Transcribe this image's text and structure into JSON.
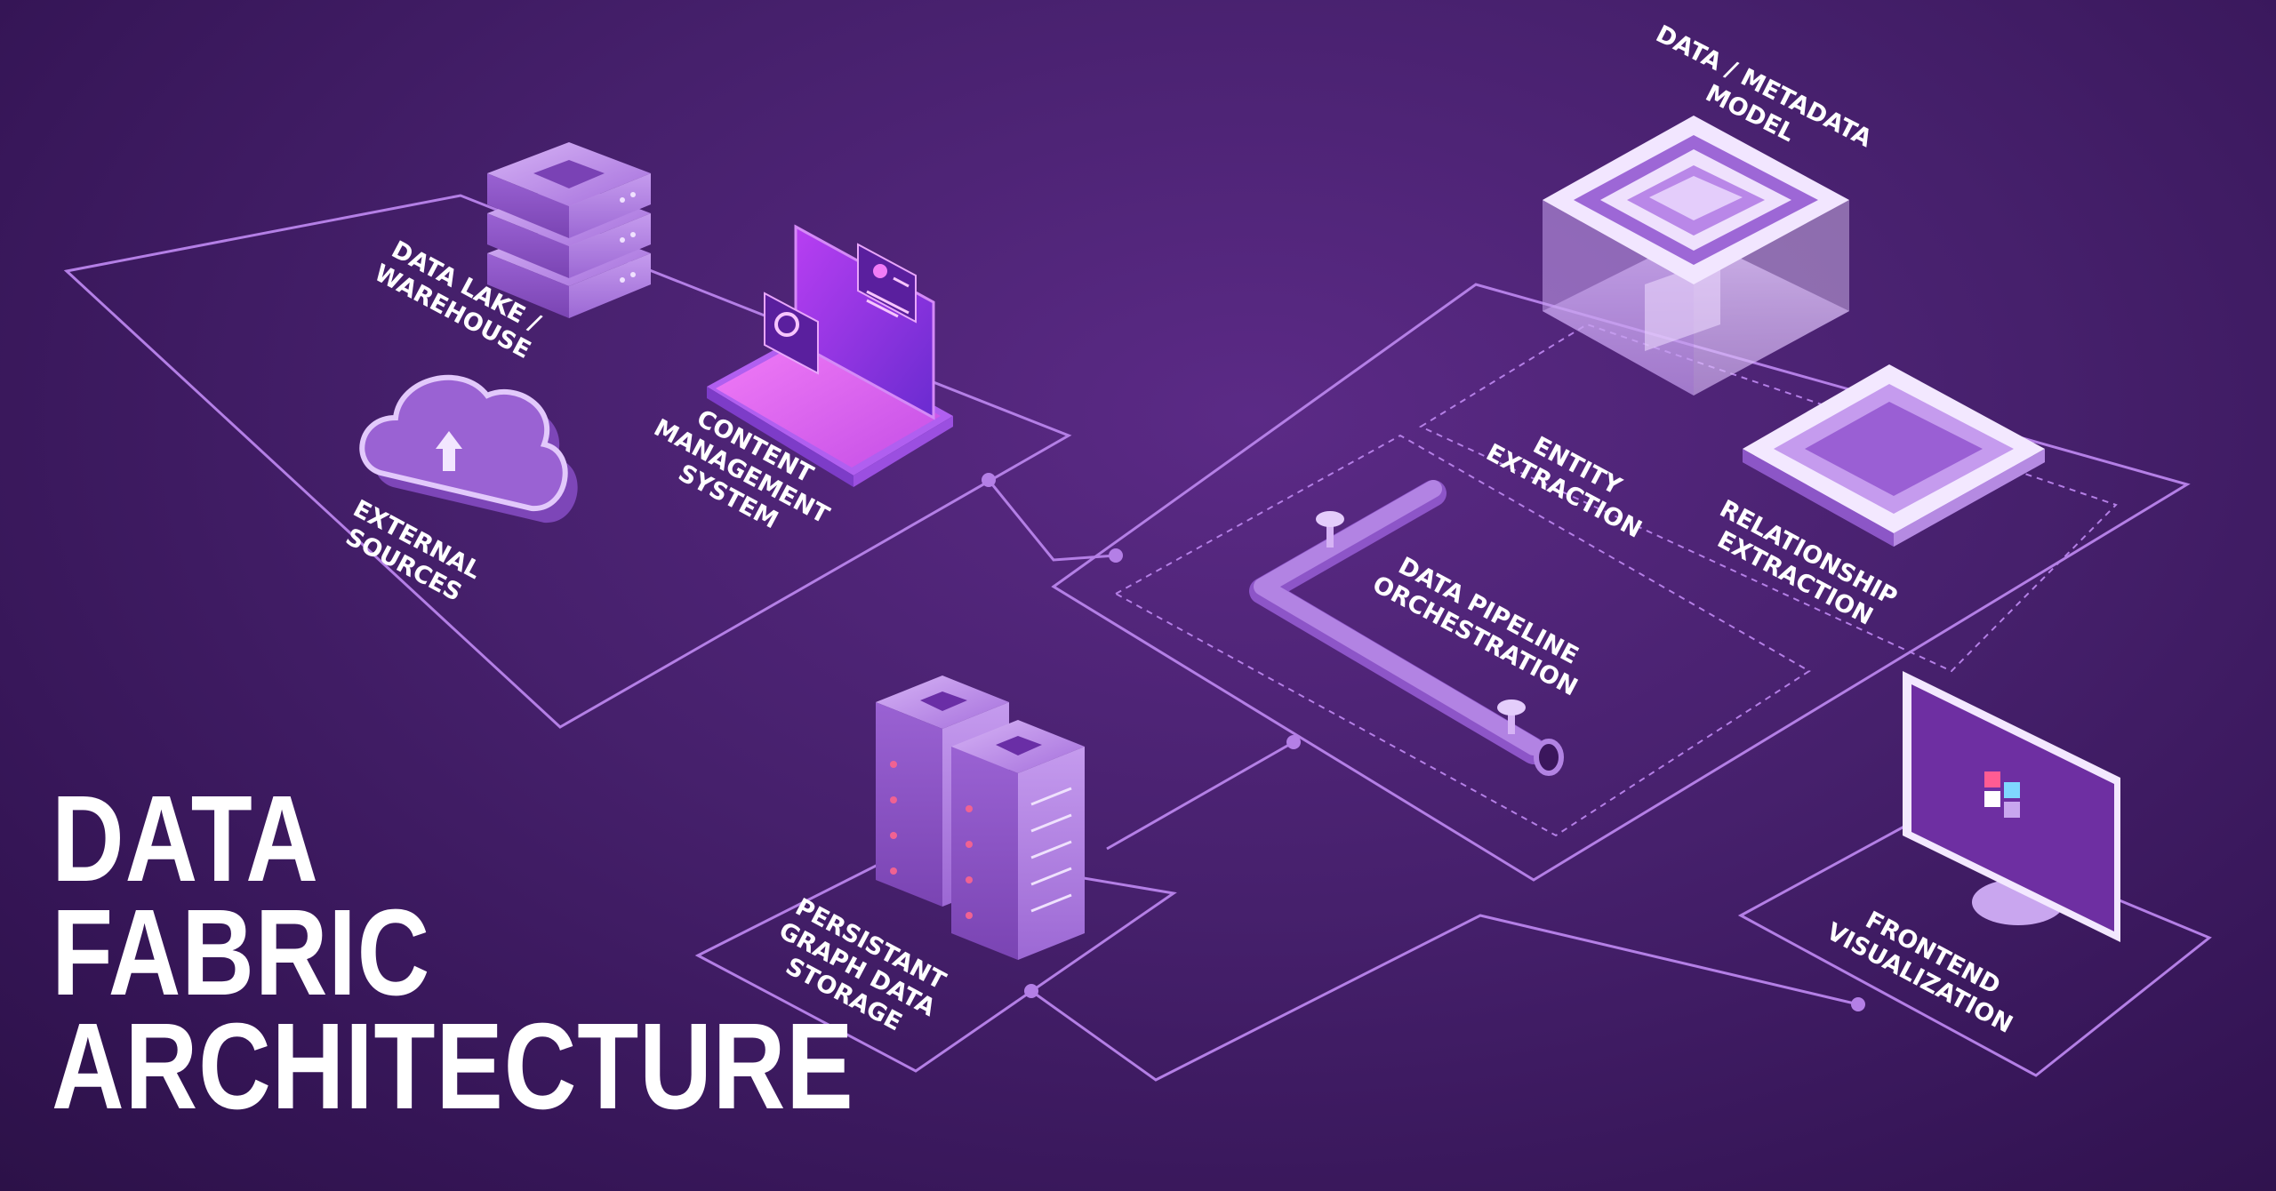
{
  "title": {
    "line1": "DATA",
    "line2": "FABRIC",
    "line3": "ARCHITECTURE"
  },
  "labels": {
    "data_lake": [
      "DATA LAKE /",
      "WAREHOUSE"
    ],
    "content_management": [
      "CONTENT",
      "MANAGEMENT",
      "SYSTEM"
    ],
    "external_sources": [
      "EXTERNAL",
      "SOURCES"
    ],
    "metadata_model": [
      "DATA / METADATA",
      "MODEL"
    ],
    "entity_extraction": [
      "ENTITY",
      "EXTRACTION"
    ],
    "relationship_extraction": [
      "RELATIONSHIP",
      "EXTRACTION"
    ],
    "data_pipeline": [
      "DATA PIPELINE",
      "ORCHESTRATION"
    ],
    "graph_storage": [
      "PERSISTANT",
      "GRAPH DATA",
      "STORAGE"
    ],
    "frontend": [
      "FRONTEND",
      "VISUALIZATION"
    ]
  },
  "colors": {
    "background": "#46206c",
    "line": "#b47fe6",
    "accent": "#e040fb",
    "text": "#ffffff"
  },
  "icons": [
    "server-stack-icon",
    "cloud-upload-icon",
    "laptop-dashboard-icon",
    "metadata-cube-icon",
    "relationship-block-icon",
    "pipe-valve-icon",
    "server-rack-icon",
    "monitor-icon"
  ]
}
